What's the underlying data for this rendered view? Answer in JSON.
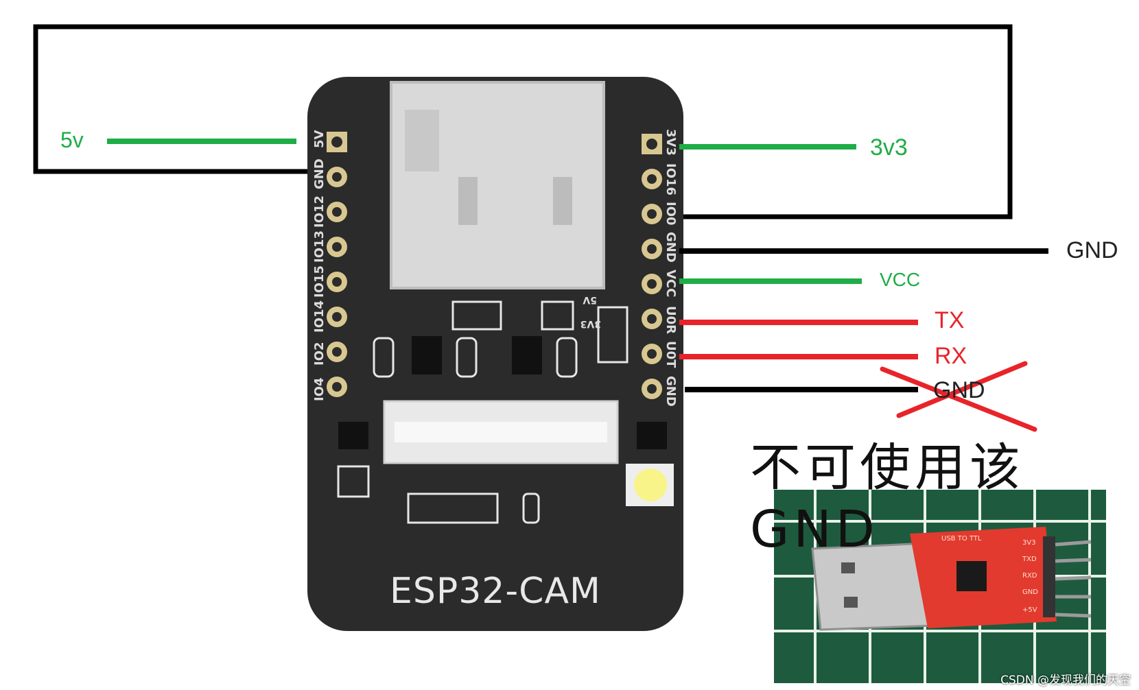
{
  "board": {
    "title": "ESP32-CAM",
    "left_pins": [
      "5V",
      "GND",
      "IO12",
      "IO13",
      "IO15",
      "IO14",
      "IO2",
      "IO4"
    ],
    "right_pins": [
      "3V3",
      "IO16",
      "IO0",
      "GND",
      "VCC",
      "U0R",
      "U0T",
      "GND"
    ],
    "jumper_labels": [
      "5V",
      "3V3"
    ]
  },
  "wires": {
    "labels": {
      "five_v": "5v",
      "three_v3": "3v3",
      "gnd": "GND",
      "vcc": "VCC",
      "tx": "TX",
      "rx": "RX",
      "gnd_crossed": "GND"
    },
    "colors": {
      "power": "#1fad47",
      "signal": "#e8242a",
      "ground": "#000000"
    }
  },
  "warning_text": "不可使用该GND",
  "module": {
    "name": "USB TO TTL",
    "pins": [
      "3V3",
      "TXD",
      "RXD",
      "GND",
      "+5V"
    ]
  },
  "watermark": "CSDN @发现我们的天空"
}
